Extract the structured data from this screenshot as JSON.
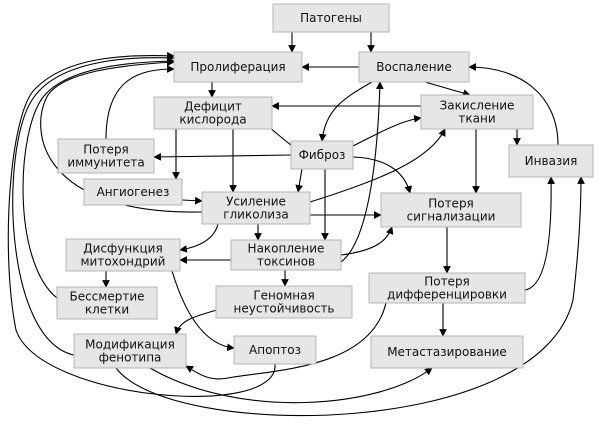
{
  "diagram": {
    "nodes": [
      {
        "id": "pathogens",
        "lines": [
          "Патогены"
        ]
      },
      {
        "id": "proliferation",
        "lines": [
          "Пролиферация"
        ]
      },
      {
        "id": "inflammation",
        "lines": [
          "Воспаление"
        ]
      },
      {
        "id": "oxygen_deficit",
        "lines": [
          "Дефицит",
          "кислорода"
        ]
      },
      {
        "id": "acidification",
        "lines": [
          "Закисление",
          "ткани"
        ]
      },
      {
        "id": "immunity_loss",
        "lines": [
          "Потеря",
          "иммунитета"
        ]
      },
      {
        "id": "fibrosis",
        "lines": [
          "Фиброз"
        ]
      },
      {
        "id": "invasion",
        "lines": [
          "Инвазия"
        ]
      },
      {
        "id": "angiogenesis",
        "lines": [
          "Ангиогенез"
        ]
      },
      {
        "id": "glycolysis",
        "lines": [
          "Усиление",
          "гликолиза"
        ]
      },
      {
        "id": "signaling_loss",
        "lines": [
          "Потеря",
          "сигнализации"
        ]
      },
      {
        "id": "mito_dysfunction",
        "lines": [
          "Дисфункция",
          "митохондрий"
        ]
      },
      {
        "id": "toxin_accum",
        "lines": [
          "Накопление",
          "токсинов"
        ]
      },
      {
        "id": "dediff",
        "lines": [
          "Потеря",
          "дифференцировки"
        ]
      },
      {
        "id": "immortality",
        "lines": [
          "Бессмертие",
          "клетки"
        ]
      },
      {
        "id": "genomic_instability",
        "lines": [
          "Геномная",
          "неустойчивость"
        ]
      },
      {
        "id": "phenotype_mod",
        "lines": [
          "Модификация",
          "фенотипа"
        ]
      },
      {
        "id": "apoptosis",
        "lines": [
          "Апоптоз"
        ]
      },
      {
        "id": "metastasis",
        "lines": [
          "Метастазирование"
        ]
      }
    ],
    "edges": [
      {
        "from": "pathogens",
        "to": "proliferation"
      },
      {
        "from": "pathogens",
        "to": "inflammation"
      },
      {
        "from": "inflammation",
        "to": "proliferation"
      },
      {
        "from": "inflammation",
        "to": "fibrosis"
      },
      {
        "from": "inflammation",
        "to": "acidification"
      },
      {
        "from": "proliferation",
        "to": "oxygen_deficit"
      },
      {
        "from": "acidification",
        "to": "oxygen_deficit"
      },
      {
        "from": "acidification",
        "to": "invasion"
      },
      {
        "from": "acidification",
        "to": "signaling_loss"
      },
      {
        "from": "invasion",
        "to": "inflammation"
      },
      {
        "from": "fibrosis",
        "to": "oxygen_deficit"
      },
      {
        "from": "fibrosis",
        "to": "immunity_loss"
      },
      {
        "from": "fibrosis",
        "to": "acidification"
      },
      {
        "from": "fibrosis",
        "to": "glycolysis"
      },
      {
        "from": "fibrosis",
        "to": "signaling_loss"
      },
      {
        "from": "fibrosis",
        "to": "toxin_accum"
      },
      {
        "from": "oxygen_deficit",
        "to": "angiogenesis"
      },
      {
        "from": "oxygen_deficit",
        "to": "glycolysis"
      },
      {
        "from": "immunity_loss",
        "to": "proliferation"
      },
      {
        "from": "angiogenesis",
        "to": "glycolysis"
      },
      {
        "from": "glycolysis",
        "to": "acidification"
      },
      {
        "from": "glycolysis",
        "to": "mito_dysfunction"
      },
      {
        "from": "glycolysis",
        "to": "toxin_accum"
      },
      {
        "from": "glycolysis",
        "to": "proliferation"
      },
      {
        "from": "glycolysis",
        "to": "signaling_loss"
      },
      {
        "from": "toxin_accum",
        "to": "mito_dysfunction"
      },
      {
        "from": "toxin_accum",
        "to": "signaling_loss"
      },
      {
        "from": "toxin_accum",
        "to": "genomic_instability"
      },
      {
        "from": "toxin_accum",
        "to": "inflammation"
      },
      {
        "from": "signaling_loss",
        "to": "dediff"
      },
      {
        "from": "dediff",
        "to": "metastasis"
      },
      {
        "from": "dediff",
        "to": "invasion"
      },
      {
        "from": "dediff",
        "to": "phenotype_mod"
      },
      {
        "from": "mito_dysfunction",
        "to": "immortality"
      },
      {
        "from": "mito_dysfunction",
        "to": "apoptosis"
      },
      {
        "from": "immortality",
        "to": "proliferation"
      },
      {
        "from": "genomic_instability",
        "to": "phenotype_mod"
      },
      {
        "from": "phenotype_mod",
        "to": "proliferation"
      },
      {
        "from": "phenotype_mod",
        "to": "metastasis"
      },
      {
        "from": "phenotype_mod",
        "to": "invasion"
      },
      {
        "from": "apoptosis",
        "to": "proliferation"
      }
    ]
  }
}
